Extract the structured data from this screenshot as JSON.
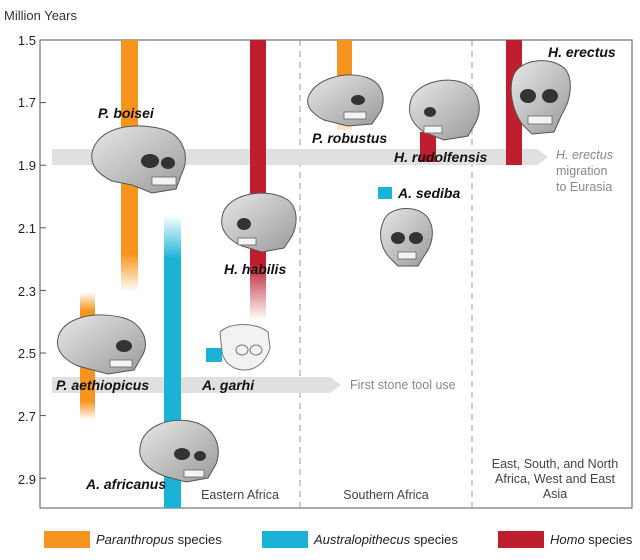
{
  "axis": {
    "title": "Million Years",
    "ticks": [
      "1.5",
      "1.7",
      "1.9",
      "2.1",
      "2.3",
      "2.5",
      "2.7",
      "2.9"
    ],
    "min": 1.5,
    "max": 2.95
  },
  "colors": {
    "paranthropus": "#f7941d",
    "australopithecus": "#1ab2d5",
    "homo": "#be1e2d",
    "arrow": "#e0e0e0"
  },
  "regions": {
    "east": "Eastern Africa",
    "south": "Southern Africa",
    "asia": "East, South, and North Africa, West and East Asia"
  },
  "species": [
    {
      "name": "P. boisei",
      "genus": "Paranthropus",
      "from": 1.5,
      "to": 2.3
    },
    {
      "name": "P. aethiopicus",
      "genus": "Paranthropus",
      "from": 2.3,
      "to": 2.7
    },
    {
      "name": "P. robustus",
      "genus": "Paranthropus",
      "from": 1.5,
      "to": 1.8
    },
    {
      "name": "A. africanus",
      "genus": "Australopithecus",
      "from": 2.05,
      "to": 2.95
    },
    {
      "name": "A. garhi",
      "genus": "Australopithecus",
      "from": 2.48,
      "to": 2.52
    },
    {
      "name": "A. sediba",
      "genus": "Australopithecus",
      "from": 1.97,
      "to": 2.0
    },
    {
      "name": "H. habilis",
      "genus": "Homo",
      "from": 1.5,
      "to": 2.4
    },
    {
      "name": "H. rudolfensis",
      "genus": "Homo",
      "from": 1.8,
      "to": 1.9
    },
    {
      "name": "H. erectus",
      "genus": "Homo",
      "from": 1.5,
      "to": 1.9
    }
  ],
  "annotations": {
    "migration_a": "H. erectus",
    "migration_b": "migration",
    "migration_c": "to Eurasia",
    "stone_tool": "First stone tool use"
  },
  "legend": [
    {
      "genus": "Paranthropus",
      "suffix": " species",
      "color": "#f7941d"
    },
    {
      "genus": "Australopithecus",
      "suffix": " species",
      "color": "#1ab2d5"
    },
    {
      "genus": "Homo",
      "suffix": " species",
      "color": "#be1e2d"
    }
  ]
}
